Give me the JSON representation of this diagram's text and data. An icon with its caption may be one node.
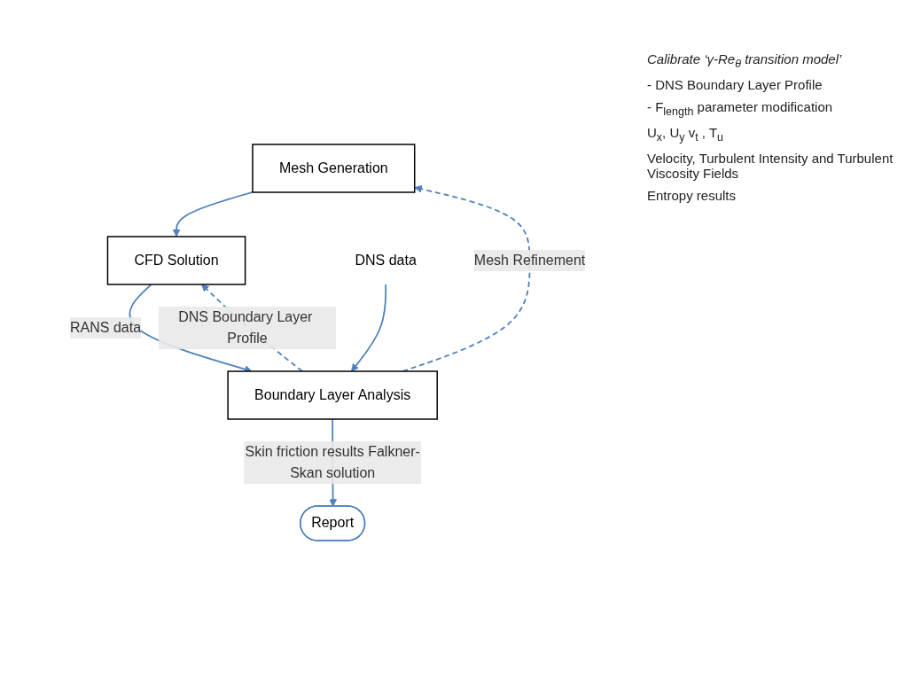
{
  "diagram": {
    "nodes": [
      {
        "text": [
          "Mesh Generation"
        ]
      },
      {
        "text": [
          "CFD Solution"
        ]
      },
      {
        "text": [
          "Boundary Layer Analysis"
        ]
      },
      {
        "text": [
          "Report"
        ]
      },
      {
        "text": [
          "DNS data"
        ]
      }
    ],
    "edges": [
      {
        "from": 0,
        "to": 1,
        "arrow": "to"
      },
      {
        "from": 1,
        "to": 2,
        "arrow": "to",
        "label": "RANS data"
      },
      {
        "from": 4,
        "to": 2,
        "arrow": "to"
      },
      {
        "from": 2,
        "to": 0,
        "arrow": "to",
        "label": "Mesh Refinement",
        "style": "dashed"
      },
      {
        "from": 2,
        "to": 1,
        "arrow": "to",
        "label": "DNS Boundary Layer Profile",
        "style": "dashed"
      },
      {
        "from": 2,
        "to": 3,
        "arrow": "to",
        "label": "Skin friction results Falkner-Skan solution"
      }
    ],
    "labels": [
      "Calibrate ‘γ-Re$_{θ}$ transition model’",
      "- DNS Boundary Layer Profile",
      "- F$_{length}$ parameter modification",
      "U$_{x}$, U$_{y}$ v$_{t}$ , T$_{u}$",
      "Velocity, Turbulent Intensity and Turbulent Viscosity Fields",
      "Entropy results"
    ]
  }
}
